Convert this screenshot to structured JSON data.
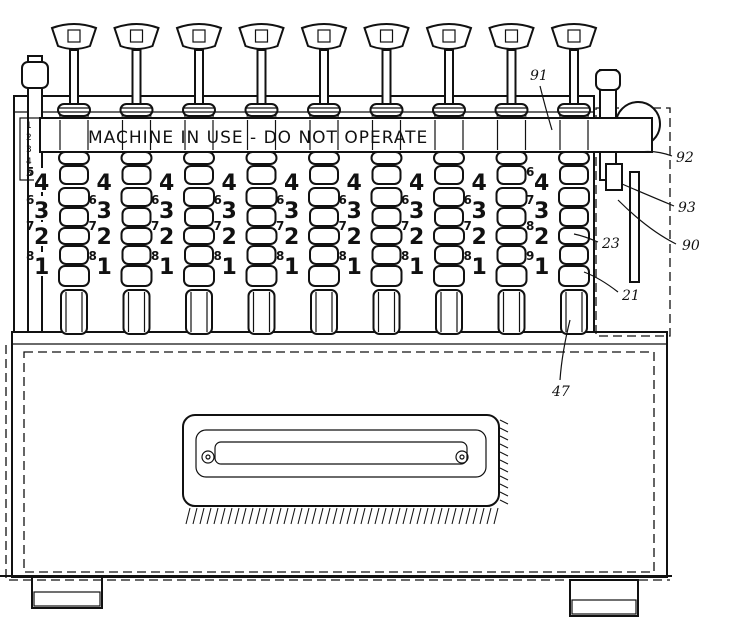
{
  "banner": {
    "text": "MACHINE IN USE - DO NOT OPERATE"
  },
  "left_scale": [
    "1",
    "2",
    "3",
    "4",
    "5"
  ],
  "columns": [
    {
      "row4": {
        "small": "5",
        "big": "4"
      },
      "row3": {
        "small": "6",
        "big": "3"
      },
      "row2": {
        "small": "7",
        "big": "2"
      },
      "row1": {
        "small": "8",
        "big": "1"
      }
    },
    {
      "row4": {
        "small": "",
        "big": "4"
      },
      "row3": {
        "small": "6",
        "big": "3"
      },
      "row2": {
        "small": "7",
        "big": "2"
      },
      "row1": {
        "small": "8",
        "big": "1"
      }
    },
    {
      "row4": {
        "small": "",
        "big": "4"
      },
      "row3": {
        "small": "6",
        "big": "3"
      },
      "row2": {
        "small": "7",
        "big": "2"
      },
      "row1": {
        "small": "8",
        "big": "1"
      }
    },
    {
      "row4": {
        "small": "",
        "big": "4"
      },
      "row3": {
        "small": "6",
        "big": "3"
      },
      "row2": {
        "small": "7",
        "big": "2"
      },
      "row1": {
        "small": "8",
        "big": "1"
      }
    },
    {
      "row4": {
        "small": "",
        "big": "4"
      },
      "row3": {
        "small": "6",
        "big": "3"
      },
      "row2": {
        "small": "7",
        "big": "2"
      },
      "row1": {
        "small": "8",
        "big": "1"
      }
    },
    {
      "row4": {
        "small": "",
        "big": "4"
      },
      "row3": {
        "small": "6",
        "big": "3"
      },
      "row2": {
        "small": "7",
        "big": "2"
      },
      "row1": {
        "small": "8",
        "big": "1"
      }
    },
    {
      "row4": {
        "small": "",
        "big": "4"
      },
      "row3": {
        "small": "6",
        "big": "3"
      },
      "row2": {
        "small": "7",
        "big": "2"
      },
      "row1": {
        "small": "8",
        "big": "1"
      }
    },
    {
      "row4": {
        "small": "",
        "big": "4"
      },
      "row3": {
        "small": "6",
        "big": "3"
      },
      "row2": {
        "small": "7",
        "big": "2"
      },
      "row1": {
        "small": "8",
        "big": "1"
      }
    },
    {
      "row4": {
        "small": "6",
        "big": "4"
      },
      "row3": {
        "small": "7",
        "big": "3"
      },
      "row2": {
        "small": "8",
        "big": "2"
      },
      "row1": {
        "small": "9",
        "big": "1"
      }
    }
  ],
  "reference_numerals": {
    "r91": "91",
    "r92": "92",
    "r93": "93",
    "r90": "90",
    "r23": "23",
    "r21": "21",
    "r47": "47"
  }
}
